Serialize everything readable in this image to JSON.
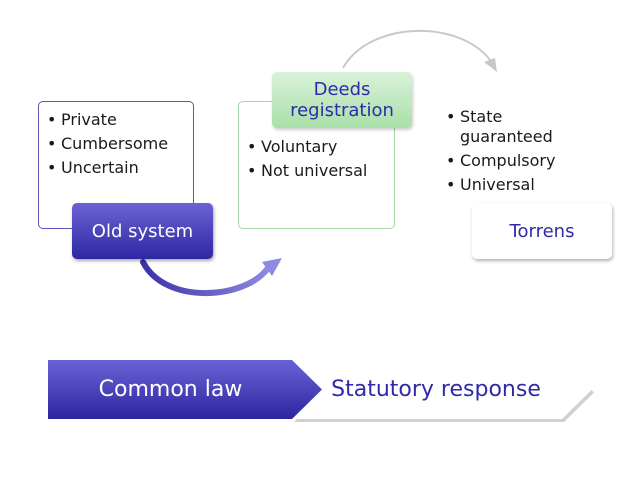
{
  "old_system": {
    "label": "Old system",
    "bullets": [
      "Private",
      "Cumbersome",
      "Uncertain"
    ]
  },
  "deeds_registration": {
    "label": "Deeds registration",
    "bullets": [
      "Voluntary",
      "Not universal"
    ]
  },
  "torrens": {
    "label": "Torrens",
    "bullets": [
      "State guaranteed",
      "Compulsory",
      "Universal"
    ]
  },
  "process": {
    "step1": "Common law",
    "step2": "Statutory response"
  },
  "colors": {
    "purple_accent": "#3b33b0",
    "green_accent": "#b5e3b5",
    "text_blue": "#2e2aa8"
  }
}
